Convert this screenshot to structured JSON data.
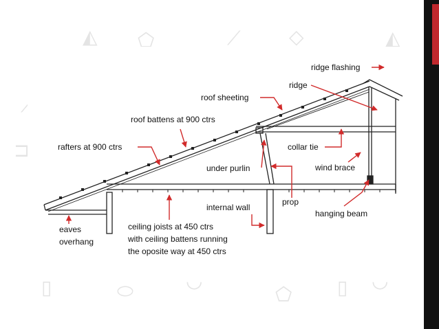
{
  "colors": {
    "accent_red": "#c0282d",
    "bar_dark": "#111111",
    "line": "#222222",
    "arrow_red": "#d12b2b"
  },
  "diagram": {
    "labels": {
      "ridge_flashing": "ridge flashing",
      "ridge": "ridge",
      "roof_sheeting": "roof sheeting",
      "roof_battens": "roof battens at 900 ctrs",
      "rafters": "rafters at 900 ctrs",
      "collar_tie": "collar tie",
      "under_purlin": "under purlin",
      "wind_brace": "wind brace",
      "internal_wall": "internal wall",
      "prop": "prop",
      "hanging_beam": "hanging beam",
      "eaves_line1": "eaves",
      "eaves_line2": "overhang",
      "joists_line1": "ceiling joists at 450 ctrs",
      "joists_line2": "with ceiling battens running",
      "joists_line3": "the oposite way at 450 ctrs"
    }
  }
}
